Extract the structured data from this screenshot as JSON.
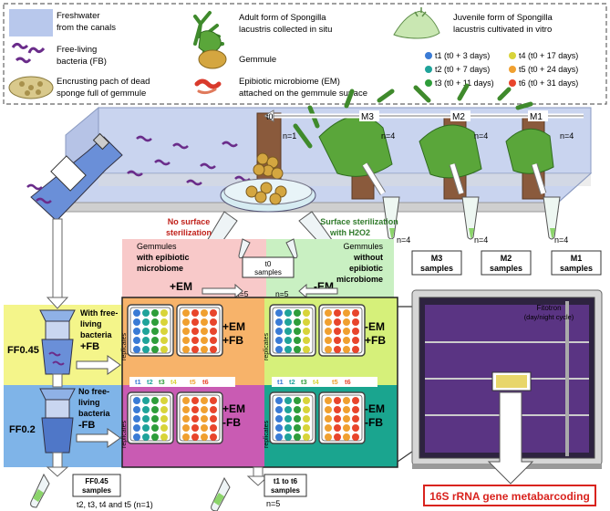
{
  "legend": {
    "freshwater": "Freshwater",
    "freshwater2": "from the canals",
    "fb1": "Free-living",
    "fb2": "bacteria (FB)",
    "encrusting1": "Encrusting pach of dead",
    "encrusting2": "sponge full of gemmule",
    "adult1": "Adult form of Spongilla",
    "adult2": "lacustris collected in situ",
    "gemmule": "Gemmule",
    "em1": "Epibiotic microbiome (EM)",
    "em2": "attached on the gemmule surface",
    "juvenile1": "Juvenile form of Spongilla",
    "juvenile2": "lacustris cultivated in vitro",
    "timepoints": [
      {
        "label": "t1 (t0 + 3 days)",
        "color": "#3a7bd5"
      },
      {
        "label": "t2 (t0 + 7 days)",
        "color": "#1fa39a"
      },
      {
        "label": "t3 (t0 + 11 days)",
        "color": "#2e9d3a"
      },
      {
        "label": "t4 (t0 + 17 days)",
        "color": "#d8d43a"
      },
      {
        "label": "t5 (t0 + 24 days)",
        "color": "#f0a030"
      },
      {
        "label": "t6 (t0 + 31 days)",
        "color": "#e8452c"
      }
    ]
  },
  "canal": {
    "t0": "t0",
    "m3": "M3",
    "m2": "M2",
    "m1": "M1",
    "n1": "n=1",
    "n4a": "n=4",
    "n4b": "n=4",
    "n4c": "n=4"
  },
  "samples": {
    "m3": "M3\nsamples",
    "m2": "M2\nsamples",
    "m1": "M1\nsamples",
    "m3_label": "M3",
    "m2_label": "M2",
    "m1_label": "M1",
    "samples_word": "samples",
    "n4_m3": "n=4",
    "n4_m2": "n=4",
    "n4_m1": "n=4"
  },
  "sterilization": {
    "no1": "No surface",
    "no2": "sterilization",
    "yes1": "Surface sterilization",
    "yes2": "with H2O2"
  },
  "gemmule_groups": {
    "with1": "Gemmules",
    "with2": "with epibiotic",
    "with3": "microbiome",
    "without1": "Gemmules",
    "without2": "without",
    "without3": "epibiotic",
    "without4": "microbiome",
    "plus_em": "+EM",
    "minus_em": "-EM",
    "t0_samples": "t0\nsamples",
    "t0": "t0",
    "samples": "samples",
    "n5a": "n=5",
    "n5b": "n=5"
  },
  "filters": {
    "ff045": "FF0.45",
    "ff02": "FF0.2",
    "with_fb1": "With free-",
    "with_fb2": "living",
    "with_fb3": "bacteria",
    "with_fb4": "+FB",
    "no_fb1": "No free-",
    "no_fb2": "living",
    "no_fb3": "bacteria",
    "no_fb4": "-FB"
  },
  "plates": {
    "replicates": "replicates",
    "q1": "+EM\n+FB",
    "q2": "-EM\n+FB",
    "q3": "+EM\n-FB",
    "q4": "-EM\n-FB",
    "q1a": "+EM",
    "q1b": "+FB",
    "q2a": "-EM",
    "q2b": "+FB",
    "q3a": "+EM",
    "q3b": "-FB",
    "q4a": "-EM",
    "q4b": "-FB",
    "times": [
      "t1",
      "t2",
      "t3",
      "t4",
      "t5",
      "t6"
    ]
  },
  "bottom": {
    "ff045_samples1": "FF0.45",
    "ff045_samples2": "samples",
    "t_list": "t2, t3, t4 and t5 (n=1)",
    "t1t6_1": "t1 to t6",
    "t1t6_2": "samples",
    "n5": "n=5",
    "metabarcoding": "16S rRNA gene metabarcoding"
  },
  "incubator": {
    "brand": "Fitotron",
    "sub": "(day/night cycle)"
  },
  "colors": {
    "plus_fb_plus_em": "#f7b36a",
    "plus_fb_minus_em": "#d6f07a",
    "minus_fb_plus_em": "#c95bb3",
    "minus_fb_minus_em": "#1aa58f",
    "ff045": "#f4f58a",
    "ff02": "#7fb4e8",
    "pink_zone": "#f8c9c9",
    "green_zone": "#c9f0c2",
    "metabarcoding": "#d9231e"
  }
}
